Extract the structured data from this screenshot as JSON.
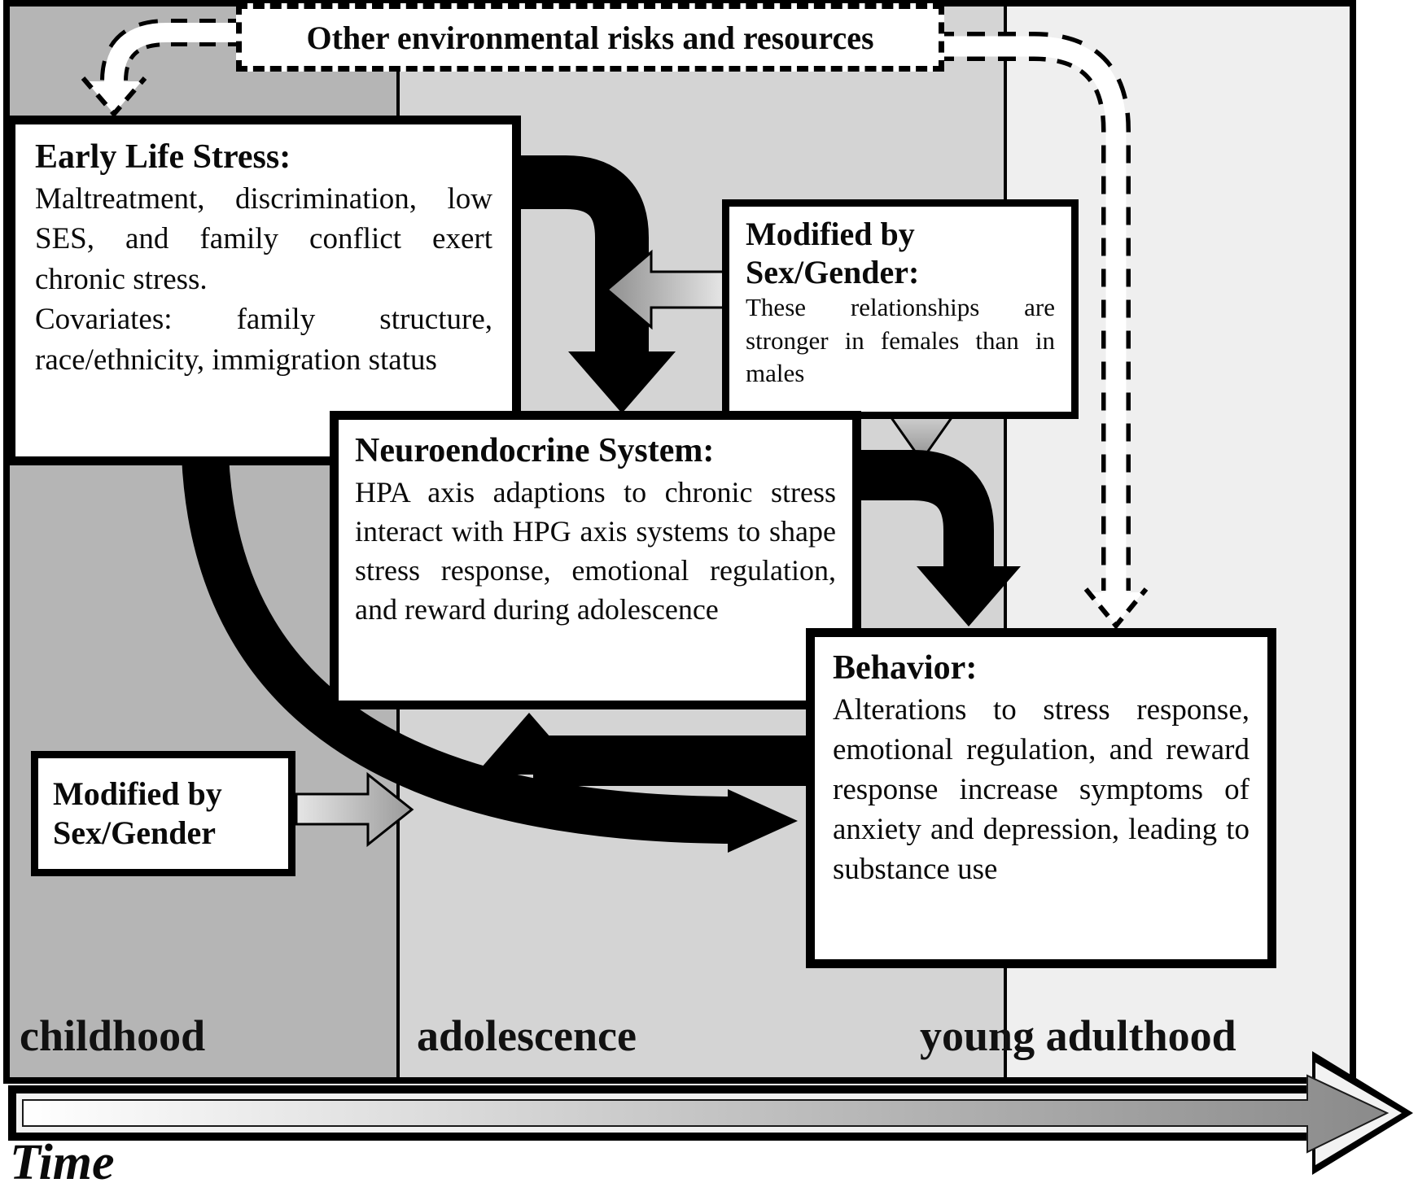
{
  "top_box": {
    "label": "Other environmental risks and resources"
  },
  "boxes": {
    "early_life_stress": {
      "title": "Early Life Stress:",
      "body_1": "Maltreatment, discrimination, low SES, and family conflict exert chronic stress.",
      "body_2": "Covariates: family structure, race/ethnicity, immigration status"
    },
    "modified_by_sex_gender_top": {
      "title": "Modified by Sex/Gender:",
      "body": "These relationships are stronger in females than in males"
    },
    "neuroendocrine": {
      "title": "Neuroendocrine System:",
      "body": "HPA axis adaptions to chronic stress interact with HPG axis systems to shape stress response, emotional regulation, and reward during adolescence"
    },
    "behavior": {
      "title": "Behavior:",
      "body": "Alterations to stress response, emotional regulation, and reward response increase symptoms of anxiety and depression, leading to substance use"
    },
    "modified_by_sex_gender_small": {
      "title": "Modified by Sex/Gender"
    }
  },
  "timeline": {
    "stages": [
      {
        "label": "childhood"
      },
      {
        "label": "adolescence"
      },
      {
        "label": "young adulthood"
      }
    ],
    "axis_label": "Time"
  },
  "colors": {
    "childhood_band": "#b5b5b5",
    "adolescence_band": "#d4d4d4",
    "young_adulthood_band": "#efefef",
    "box_fill": "#ffffff",
    "line": "#000000",
    "gray_arrow": "#a8a8a8",
    "time_arrow_gradient_start": "#ffffff",
    "time_arrow_gradient_end": "#8a8a8a"
  }
}
